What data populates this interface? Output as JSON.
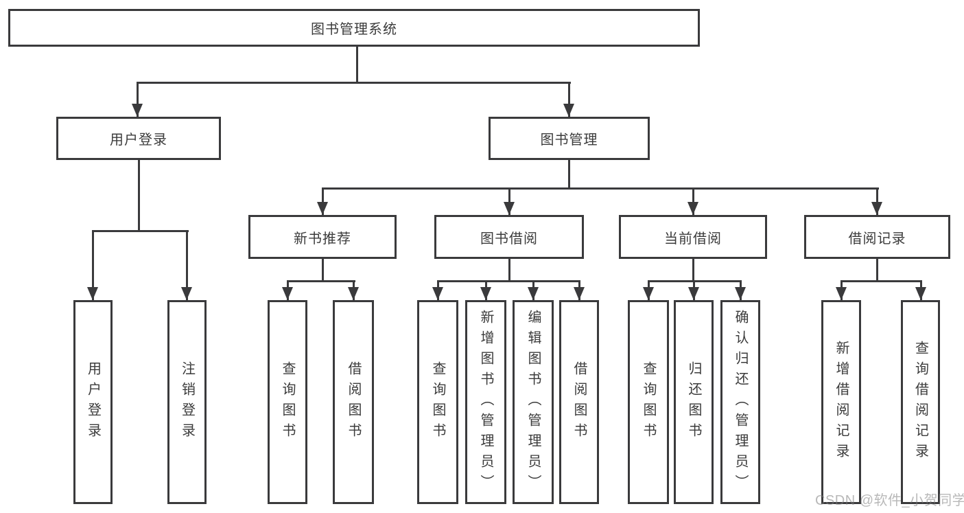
{
  "tree": {
    "label": "图书管理系统",
    "children": [
      {
        "label": "用户登录",
        "children": [
          {
            "label": "用户登录"
          },
          {
            "label": "注销登录"
          }
        ]
      },
      {
        "label": "图书管理",
        "children": [
          {
            "label": "新书推荐",
            "children": [
              {
                "label": "查询图书"
              },
              {
                "label": "借阅图书"
              }
            ]
          },
          {
            "label": "图书借阅",
            "children": [
              {
                "label": "查询图书"
              },
              {
                "label": "新增图书（管理员）"
              },
              {
                "label": "编辑图书（管理员）"
              },
              {
                "label": "借阅图书"
              }
            ]
          },
          {
            "label": "当前借阅",
            "children": [
              {
                "label": "查询图书"
              },
              {
                "label": "归还图书"
              },
              {
                "label": "确认归还（管理员）"
              }
            ]
          },
          {
            "label": "借阅记录",
            "children": [
              {
                "label": "新增借阅记录"
              },
              {
                "label": "查询借阅记录"
              }
            ]
          }
        ]
      }
    ]
  },
  "watermark": {
    "text": "CSDN @软件_小贺同学"
  },
  "colors": {
    "line": "#3a3a3c",
    "text": "#3b3b3b",
    "watermark": "#7d7d7d",
    "background": "#ffffff"
  }
}
